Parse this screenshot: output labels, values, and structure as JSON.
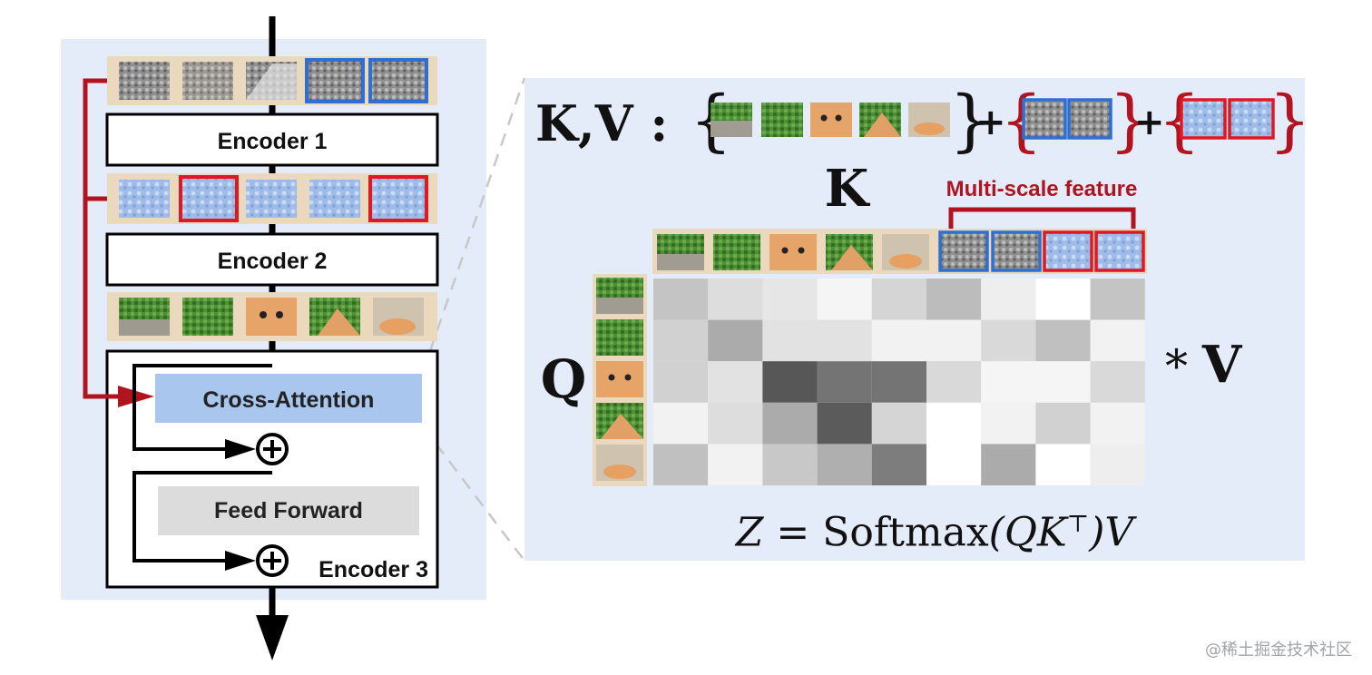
{
  "left_panel": {
    "encoder1_label": "Encoder 1",
    "encoder2_label": "Encoder 2",
    "encoder3_label": "Encoder 3",
    "cross_attention_label": "Cross-Attention",
    "feed_forward_label": "Feed Forward"
  },
  "right_panel": {
    "kv_label": "K,V :",
    "plus_symbol": "+",
    "k_label": "K",
    "q_label": "Q",
    "multiscale_label": "Multi-scale feature",
    "times_symbol": "*",
    "v_label": "V",
    "formula_lhs": "Z",
    "formula_eq": "=",
    "formula_fn": "Softmax",
    "formula_args": "(QK",
    "formula_sup": "⊤",
    "formula_tail": ")V"
  },
  "attention_matrix": {
    "rows": 5,
    "cols": 9,
    "values": [
      [
        0.28,
        0.16,
        0.12,
        0.05,
        0.2,
        0.32,
        0.08,
        0.0,
        0.28
      ],
      [
        0.22,
        0.4,
        0.14,
        0.14,
        0.06,
        0.06,
        0.18,
        0.3,
        0.06
      ],
      [
        0.22,
        0.14,
        0.8,
        0.66,
        0.66,
        0.18,
        0.05,
        0.05,
        0.18
      ],
      [
        0.06,
        0.16,
        0.4,
        0.78,
        0.2,
        0.0,
        0.06,
        0.22,
        0.06
      ],
      [
        0.3,
        0.06,
        0.26,
        0.38,
        0.62,
        0.0,
        0.4,
        0.0,
        0.08
      ]
    ]
  },
  "colors": {
    "panel_bg": "#e4ebf9",
    "tile_strip_bg": "#ead9bc",
    "red_accent": "#b0141e",
    "blue_frame": "#2f6fd1",
    "cross_attention_fill": "#a8c6ee",
    "feed_forward_fill": "#dcdcdc"
  },
  "watermark": "@稀土掘金技术社区"
}
